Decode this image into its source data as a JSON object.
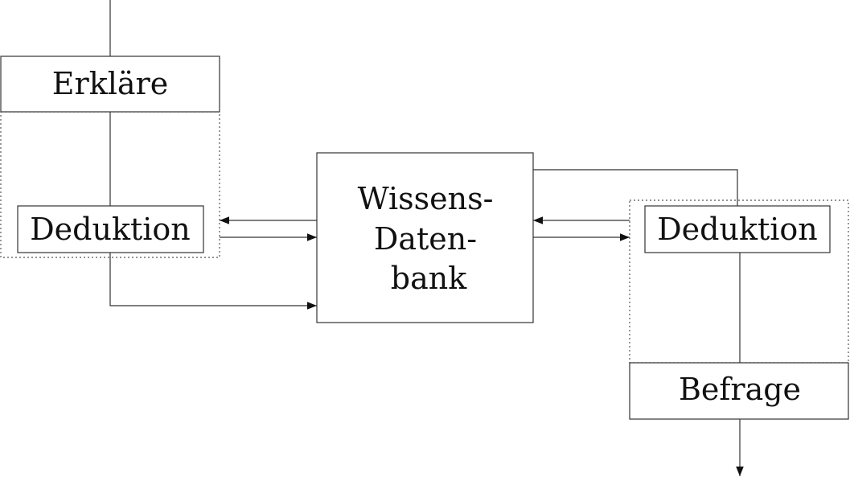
{
  "nodes": {
    "erklaere": {
      "label": "Erkläre"
    },
    "deduktion_left": {
      "label": "Deduktion"
    },
    "wissens_datenbank": {
      "lines": [
        "Wissens-",
        "Daten-",
        "bank"
      ]
    },
    "deduktion_right": {
      "label": "Deduktion"
    },
    "befrage": {
      "label": "Befrage"
    }
  }
}
